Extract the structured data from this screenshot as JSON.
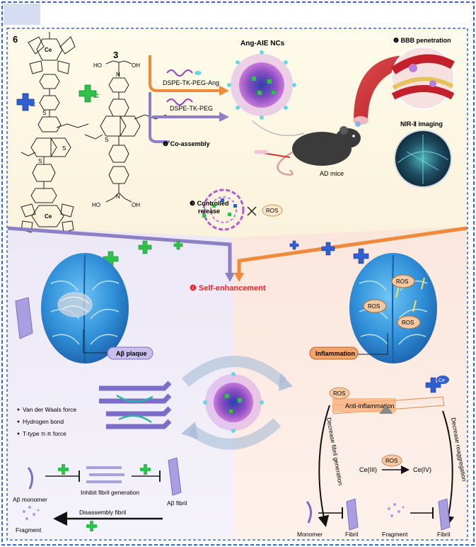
{
  "scheme": {
    "compound_6": "6",
    "compound_3": "3",
    "equals": "=",
    "ce_label": "Ce",
    "s_label": "S",
    "n_label": "N",
    "ho_label": "HO",
    "oh_label": "OH",
    "nanocrystal_label": "Ang-AIE NCs",
    "dspe_ang": "DSPE-TK-PEG-Ang",
    "dspe_peg": "DSPE-TK-PEG",
    "step1": "❶ Co-assembly",
    "step2": "❷ BBB penetration",
    "nir_imaging": "NIR-Ⅱ imaging",
    "ad_mice": "AD mice",
    "step3_line1": "❸ Controlled",
    "step3_line2": "release",
    "ros": "ROS",
    "step4": "❹ Self-enhancement"
  },
  "left_panel": {
    "plaque_label": "Aβ plaque",
    "forces": [
      "Van der Waals force",
      "Hydrogen bond",
      "T-type π-π force"
    ],
    "monomer": "Aβ monomer",
    "inhibit": "Inhibit fibril generation",
    "fibril": "Aβ fibril",
    "disassembly": "Disassembly fibril",
    "fragment": "Fragment"
  },
  "right_panel": {
    "inflammation_label": "Inflammation",
    "ros": "ROS",
    "ce": "Ce",
    "anti_inflammation": "Anti-inflammation",
    "decrease_generation": "Decrease fibril generation",
    "decrease_reaggregation": "Decrease reaggregation",
    "ce3": "Ce(III)",
    "ce4": "Ce(IV)",
    "monomer": "Monomer",
    "fibril": "Fibril",
    "fragment": "Fragment"
  },
  "colors": {
    "purple_arrow": "#8d7fc4",
    "orange_arrow": "#f08a3a",
    "self_enhancement": "#e8262b",
    "green_plus": "#2fc24a",
    "blue_plus": "#2f5fd0",
    "frame": "#3a66c4"
  }
}
